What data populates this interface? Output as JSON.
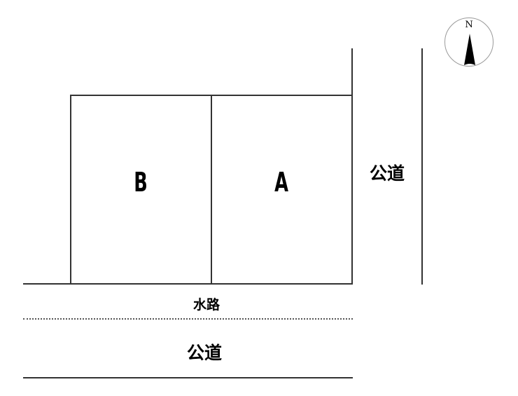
{
  "diagram": {
    "type": "land-plot-layout",
    "lots": [
      {
        "id": "B",
        "label": "B"
      },
      {
        "id": "A",
        "label": "A"
      }
    ],
    "labels": {
      "waterway": "水路",
      "public_road_bottom": "公道",
      "public_road_right": "公道"
    },
    "compass": {
      "north_label": "N",
      "icon": "north-arrow-icon"
    },
    "colors": {
      "line": "#333333",
      "text": "#000000",
      "background": "#ffffff"
    }
  }
}
